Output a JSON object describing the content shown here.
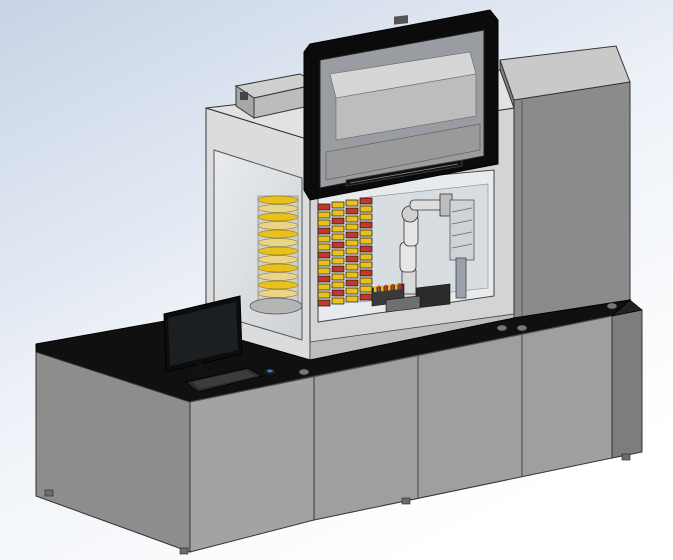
{
  "scene": {
    "title": "",
    "colors": {
      "background_top": "#cfd9e8",
      "background_bottom": "#ffffff",
      "panel_gray": "#8f9090",
      "panel_light": "#b9b9b9",
      "countertop": "#111111",
      "frame_black": "#0a0a0a",
      "rack_yellow": "#e8c21a",
      "rack_red": "#c0392b",
      "enclosure_white": "#d7d7d7"
    },
    "parts": [
      "base-cabinet-left",
      "base-cabinet-right",
      "tall-side-cabinet",
      "enclosure",
      "top-door-frame",
      "carousel-rack",
      "vertical-tube-racks",
      "robotic-arm",
      "monitor",
      "keyboard",
      "mouse",
      "leveling-feet"
    ]
  }
}
